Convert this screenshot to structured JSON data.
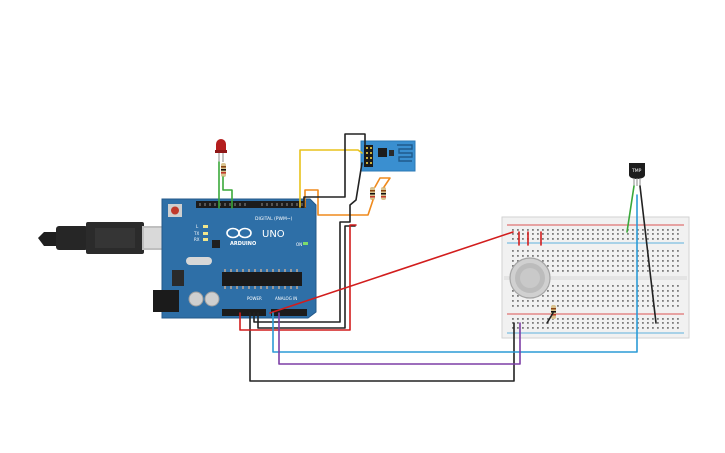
{
  "board": {
    "logo_text": "ARDUINO",
    "model_text": "UNO",
    "digital_label": "DIGITAL (PWM~)",
    "power_label": "POWER",
    "analog_label": "ANALOG IN",
    "tx_label": "TX",
    "rx_label": "RX",
    "l_label": "L",
    "on_label": "ON"
  },
  "sensor": {
    "label": "TMP"
  },
  "colors": {
    "board": "#2e6fa7",
    "breadboard": "#f2f2f2",
    "wifi_module": "#3a8fd0",
    "wire_red": "#d21d1d",
    "wire_black": "#222222",
    "wire_green": "#3aa83a",
    "wire_yellow": "#e8c21c",
    "wire_orange": "#ef8a1d",
    "wire_blue": "#2c9bd6",
    "wire_purple": "#7d3fa6",
    "led": "#b51e1e"
  }
}
